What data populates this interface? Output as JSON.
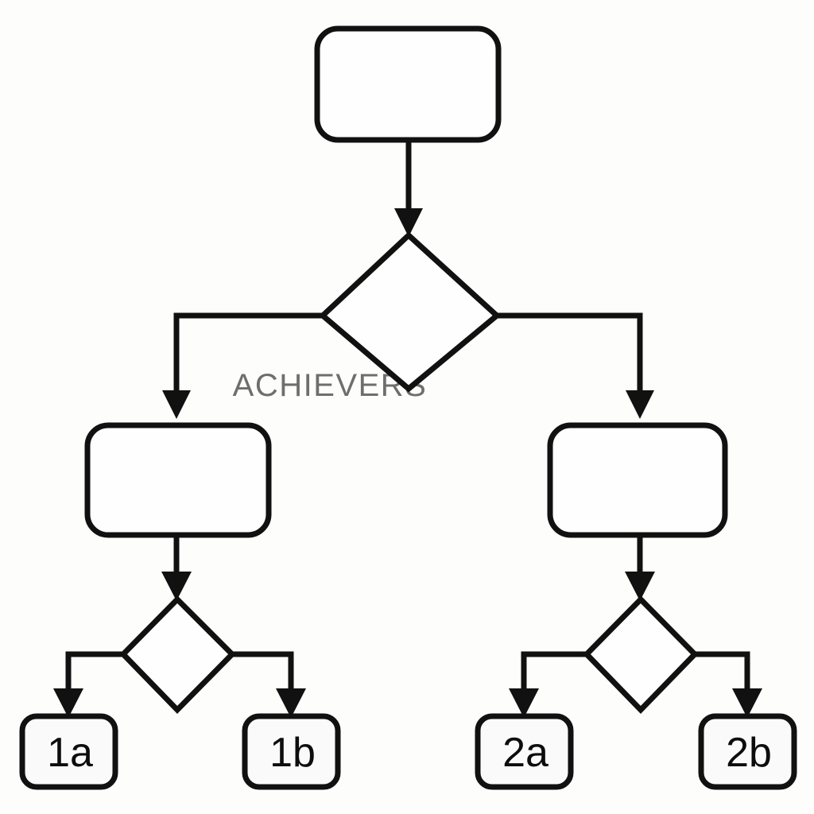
{
  "diagram": {
    "title": "",
    "type": "flowchart",
    "background_color": "#fdfdfc",
    "stroke_color": "#111111",
    "node_fill_color": "#fefefe",
    "watermark": {
      "text": "ACHIEVERS",
      "color": "#6e6e6e"
    },
    "nodes": [
      {
        "id": "root-process",
        "shape": "rounded-rectangle",
        "label": ""
      },
      {
        "id": "root-decision",
        "shape": "diamond",
        "label": ""
      },
      {
        "id": "left-process",
        "shape": "rounded-rectangle",
        "label": ""
      },
      {
        "id": "right-process",
        "shape": "rounded-rectangle",
        "label": ""
      },
      {
        "id": "left-decision",
        "shape": "diamond",
        "label": ""
      },
      {
        "id": "right-decision",
        "shape": "diamond",
        "label": ""
      },
      {
        "id": "leaf-1a",
        "shape": "rounded-rectangle",
        "label": "1a"
      },
      {
        "id": "leaf-1b",
        "shape": "rounded-rectangle",
        "label": "1b"
      },
      {
        "id": "leaf-2a",
        "shape": "rounded-rectangle",
        "label": "2a"
      },
      {
        "id": "leaf-2b",
        "shape": "rounded-rectangle",
        "label": "2b"
      }
    ],
    "edges": [
      {
        "from": "root-process",
        "to": "root-decision",
        "label": ""
      },
      {
        "from": "root-decision",
        "to": "left-process",
        "label": ""
      },
      {
        "from": "root-decision",
        "to": "right-process",
        "label": ""
      },
      {
        "from": "left-process",
        "to": "left-decision",
        "label": ""
      },
      {
        "from": "right-process",
        "to": "right-decision",
        "label": ""
      },
      {
        "from": "left-decision",
        "to": "leaf-1a",
        "label": ""
      },
      {
        "from": "left-decision",
        "to": "leaf-1b",
        "label": ""
      },
      {
        "from": "right-decision",
        "to": "leaf-2a",
        "label": ""
      },
      {
        "from": "right-decision",
        "to": "leaf-2b",
        "label": ""
      }
    ]
  }
}
